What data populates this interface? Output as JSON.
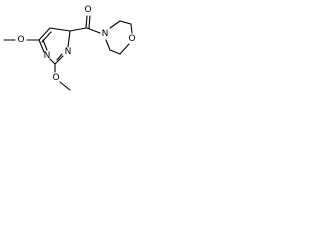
{
  "molecule": {
    "atoms": {
      "ring_n1": "N",
      "ring_n2": "N",
      "carbonyl_o": "O",
      "methoxy_o_left": "O",
      "methoxy_o_bottom": "O",
      "morpholine_n": "N",
      "morpholine_o": "O"
    }
  }
}
